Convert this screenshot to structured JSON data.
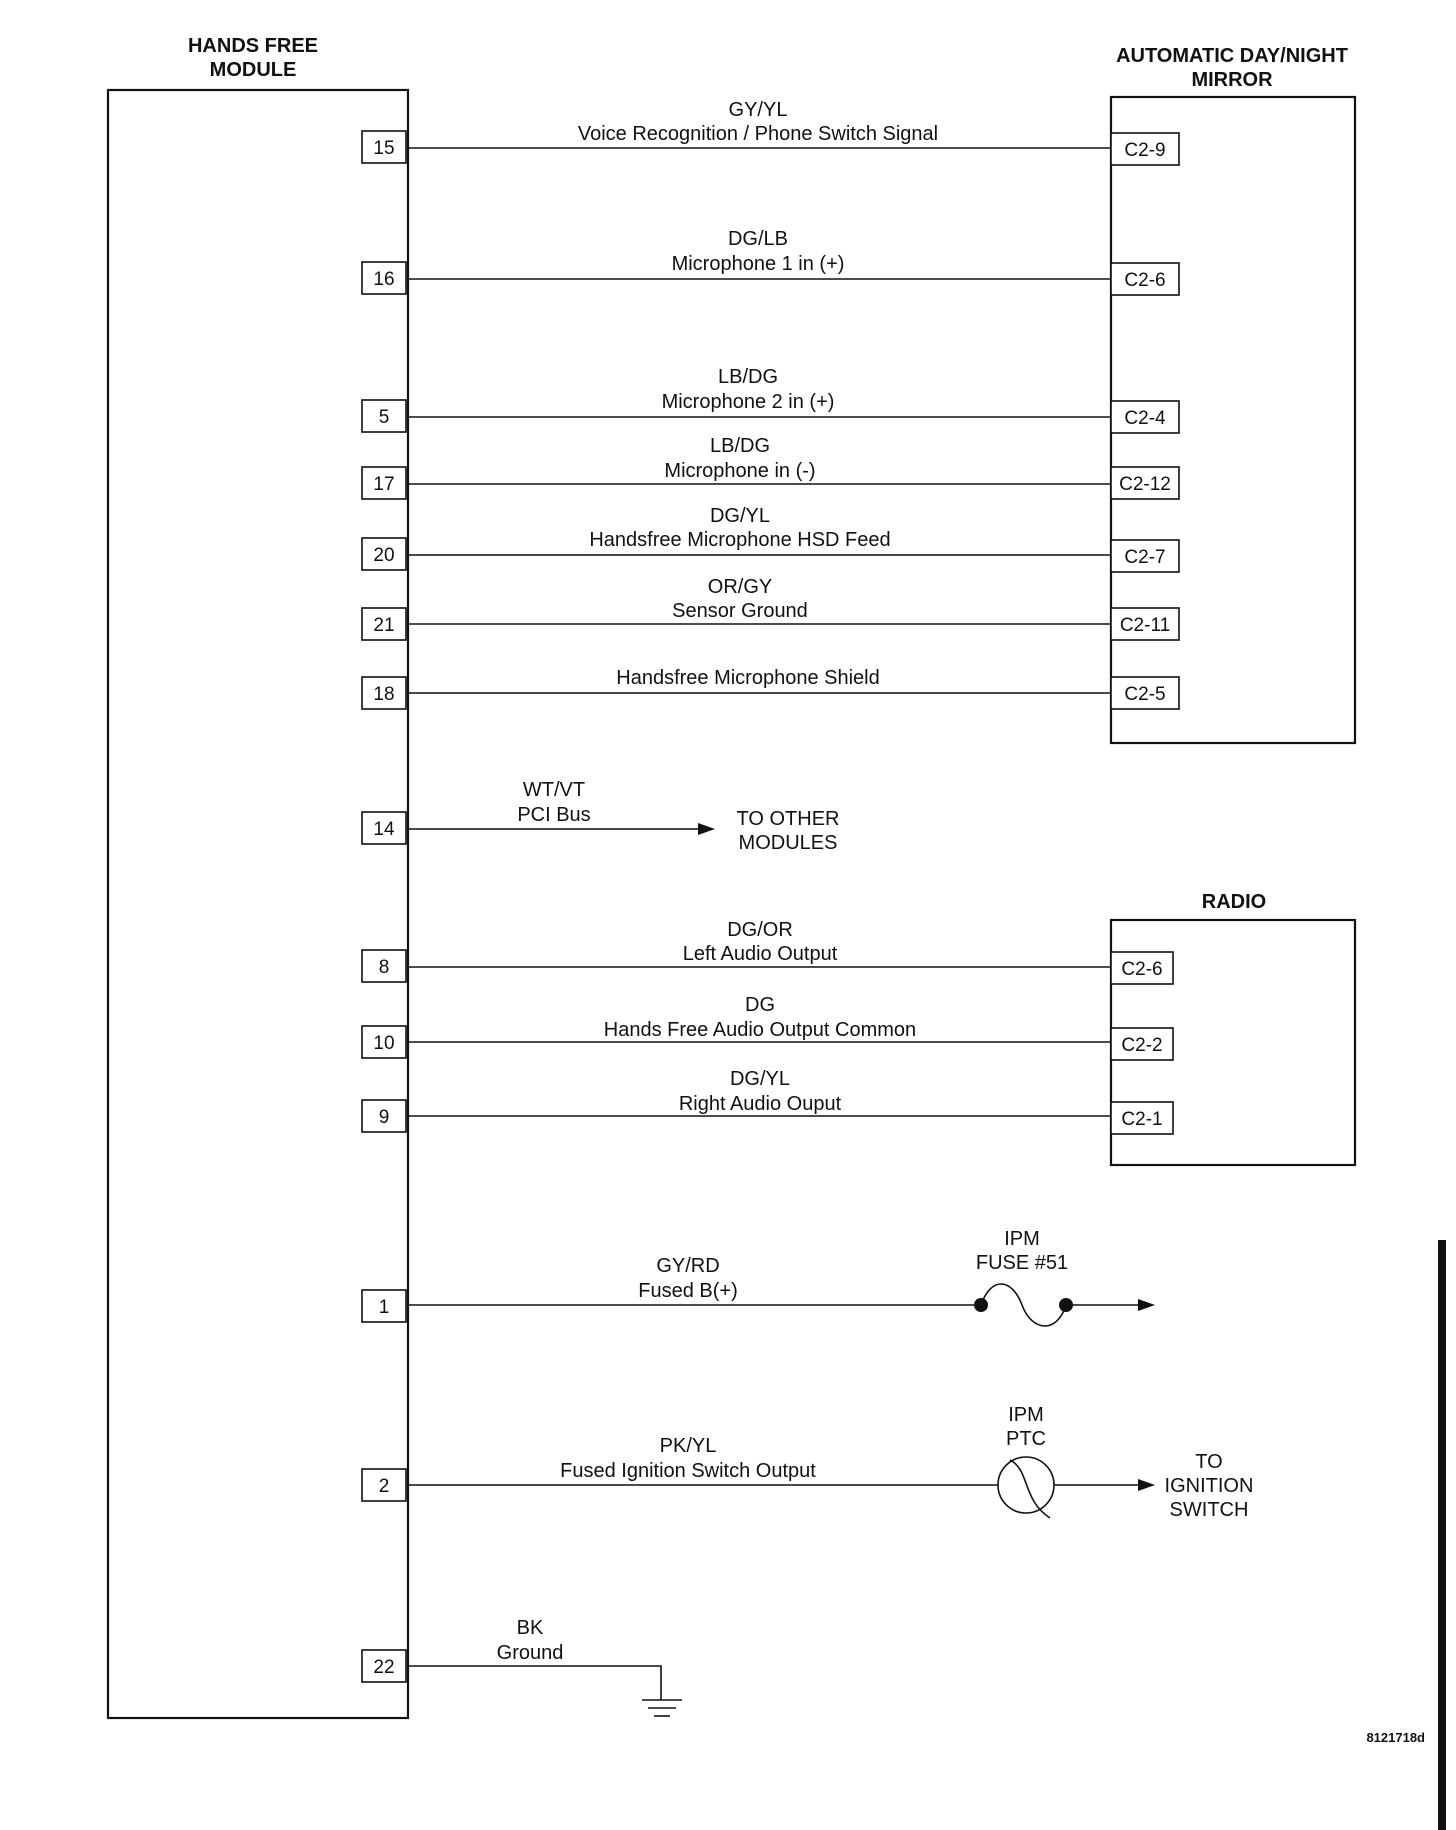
{
  "module": {
    "title_line1": "HANDS FREE",
    "title_line2": "MODULE"
  },
  "mirror": {
    "title_line1": "AUTOMATIC DAY/NIGHT",
    "title_line2": "MIRROR"
  },
  "radio": {
    "title": "RADIO"
  },
  "wires": [
    {
      "pin": "15",
      "code": "GY/YL",
      "desc": "Voice Recognition / Phone Switch Signal",
      "dest": "C2-9"
    },
    {
      "pin": "16",
      "code": "DG/LB",
      "desc": "Microphone 1 in (+)",
      "dest": "C2-6"
    },
    {
      "pin": "5",
      "code": "LB/DG",
      "desc": "Microphone 2 in (+)",
      "dest": "C2-4"
    },
    {
      "pin": "17",
      "code": "LB/DG",
      "desc": "Microphone in (-)",
      "dest": "C2-12"
    },
    {
      "pin": "20",
      "code": "DG/YL",
      "desc": "Handsfree Microphone HSD Feed",
      "dest": "C2-7"
    },
    {
      "pin": "21",
      "code": "OR/GY",
      "desc": "Sensor Ground",
      "dest": "C2-11"
    },
    {
      "pin": "18",
      "code": "",
      "desc": "Handsfree Microphone Shield",
      "dest": "C2-5"
    },
    {
      "pin": "14",
      "code": "WT/VT",
      "desc": "PCI Bus",
      "dest_line1": "TO OTHER",
      "dest_line2": "MODULES"
    },
    {
      "pin": "8",
      "code": "DG/OR",
      "desc": "Left Audio Output",
      "dest": "C2-6"
    },
    {
      "pin": "10",
      "code": "DG",
      "desc": "Hands Free Audio Output Common",
      "dest": "C2-2"
    },
    {
      "pin": "9",
      "code": "DG/YL",
      "desc": "Right Audio Ouput",
      "dest": "C2-1"
    },
    {
      "pin": "1",
      "code": "GY/RD",
      "desc": "Fused B(+)",
      "device_line1": "IPM",
      "device_line2": "FUSE #51"
    },
    {
      "pin": "2",
      "code": "PK/YL",
      "desc": "Fused Ignition Switch Output",
      "device_line1": "IPM",
      "device_line2": "PTC",
      "dest_line1": "TO",
      "dest_line2": "IGNITION",
      "dest_line3": "SWITCH"
    },
    {
      "pin": "22",
      "code": "BK",
      "desc": "Ground"
    }
  ],
  "figure_id": "8121718d"
}
